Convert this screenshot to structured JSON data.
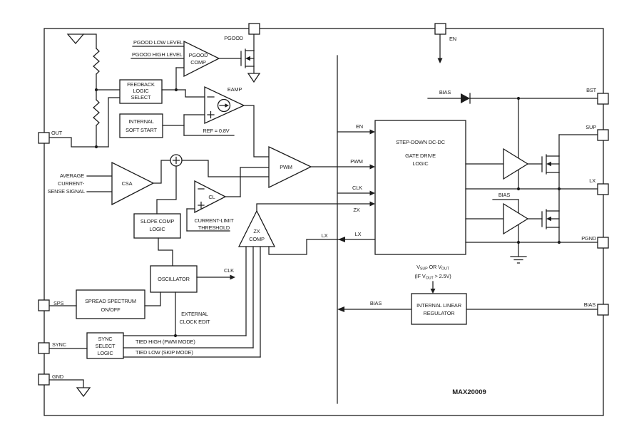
{
  "meta": {
    "part_number": "MAX20009",
    "colors": {
      "line": "#1c1c1c",
      "background": "#ffffff"
    }
  },
  "labels": {
    "part": "MAX20009",
    "pin_out": "OUT",
    "pin_sps": "SPS",
    "pin_sync": "SYNC",
    "pin_gnd": "GND",
    "pin_pgood": "PGOOD",
    "pin_en": "EN",
    "pin_bst": "BST",
    "pin_sup": "SUP",
    "pin_lx": "LX",
    "pin_pgnd": "PGND",
    "pin_bias": "BIAS",
    "pgood_low": "PGOOD LOW LEVEL",
    "pgood_high": "PGOOD HIGH LEVEL",
    "pgood_comp_1": "PGOOD",
    "pgood_comp_2": "COMP",
    "feedback_1": "FEEDBACK",
    "feedback_2": "LOGIC",
    "feedback_3": "SELECT",
    "softstart_1": "INTERNAL",
    "softstart_2": "SOFT START",
    "eamp": "EAMP",
    "ref": "REF = 0.8V",
    "csa_in_1": "AVERAGE",
    "csa_in_2": "CURRENT-",
    "csa_in_3": "SENSE SIGNAL",
    "csa": "CSA",
    "pwm_comp": "PWM",
    "slope_1": "SLOPE COMP",
    "slope_2": "LOGIC",
    "cl": "CL",
    "cl_thresh_1": "CURRENT-LIMIT",
    "cl_thresh_2": "THRESHOLD",
    "zx_comp_1": "ZX",
    "zx_comp_2": "COMP",
    "oscillator": "OSCILLATOR",
    "clk_out": "CLK",
    "ext_clk_1": "EXTERNAL",
    "ext_clk_2": "CLOCK EDIT",
    "spread_1": "SPREAD SPECTRUM",
    "spread_2": "ON/OFF",
    "sync_1": "SYNC",
    "sync_2": "SELECT",
    "sync_3": "LOGIC",
    "tied_high": "TIED HIGH (PWM MODE)",
    "tied_low": "TIED LOW (SKIP MODE)",
    "sig_en": "EN",
    "sig_pwm": "PWM",
    "sig_clk": "CLK",
    "sig_zx": "ZX",
    "sig_lx_left": "LX",
    "sig_lx_right": "LX",
    "block_1": "STEP-DOWN DC-DC",
    "block_2": "GATE DRIVE",
    "block_3": "LOGIC",
    "bias_diode": "BIAS",
    "bias_driver": "BIAS",
    "bias_out": "BIAS",
    "vsup_v1": "V",
    "vsup_sub1": "SUP",
    "vsup_mid": " OR V",
    "vsup_sub2": "OUT",
    "vif_p1": "(IF V",
    "vif_sub": "OUT",
    "vif_p2": " > 2.5V)",
    "reg_1": "INTERNAL LINEAR",
    "reg_2": "REGULATOR"
  }
}
